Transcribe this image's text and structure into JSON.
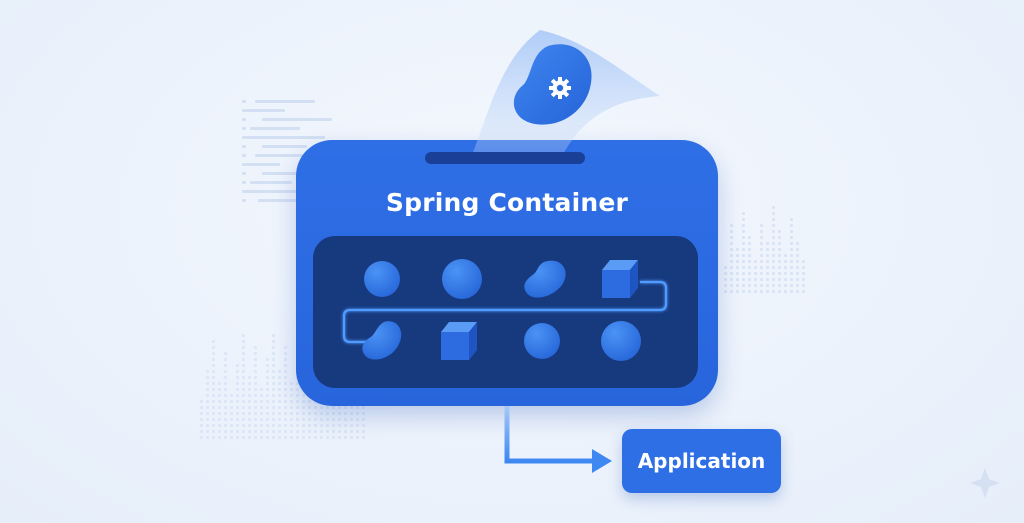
{
  "diagram": {
    "container": {
      "title": "Spring Container",
      "beans_row_1": [
        "sphere",
        "sphere",
        "bean",
        "cube"
      ],
      "beans_row_2": [
        "bean",
        "cube",
        "sphere",
        "sphere"
      ]
    },
    "incoming": {
      "icon": "gear-icon",
      "shape": "bean"
    },
    "target": {
      "label": "Application"
    },
    "colors": {
      "primary": "#2f6fe6",
      "inner_panel": "#17397e",
      "bean": "#2f74e8",
      "connector": "#5aa2ff",
      "background": "#eef4fc"
    }
  }
}
